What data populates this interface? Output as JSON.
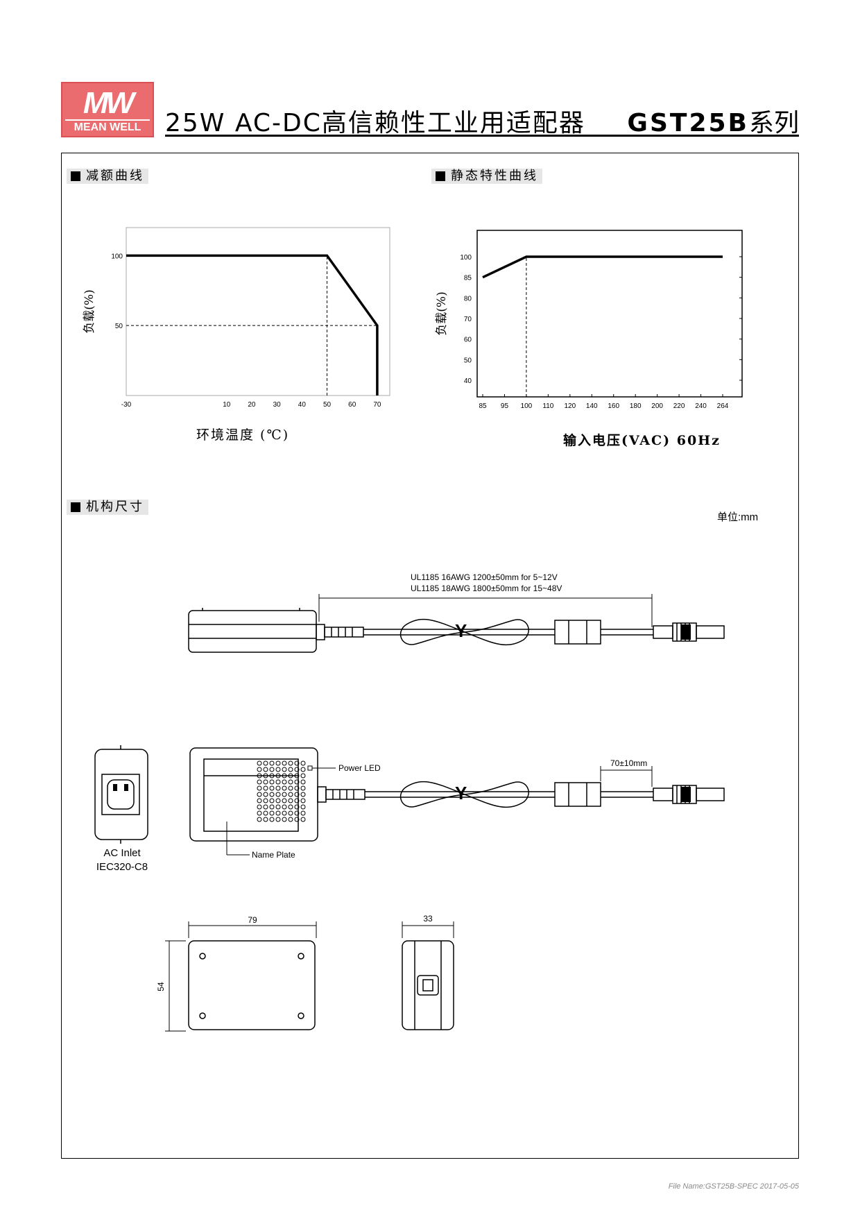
{
  "header": {
    "logo_mark": "MW",
    "logo_text": "MEAN WELL",
    "title": "25W AC-DC高信赖性工业用适配器",
    "series_model": "GST25B",
    "series_suffix": "系列"
  },
  "sections": {
    "derating": "减额曲线",
    "static": "静态特性曲线",
    "mechanical": "机构尺寸"
  },
  "chart_data": [
    {
      "type": "line",
      "title": "减额曲线",
      "xlabel": "环境温度 (℃)",
      "ylabel": "负载(%)",
      "x_ticks": [
        "-30",
        "10",
        "20",
        "30",
        "40",
        "50",
        "60",
        "70"
      ],
      "y_ticks": [
        "50",
        "100"
      ],
      "xlim": [
        -30,
        75
      ],
      "ylim": [
        0,
        120
      ],
      "series": [
        {
          "x": [
            -30,
            50,
            70,
            70
          ],
          "y": [
            100,
            100,
            50,
            0
          ]
        }
      ],
      "reference_lines": [
        {
          "x": [
            50,
            50
          ],
          "y": [
            0,
            100
          ]
        },
        {
          "x": [
            -30,
            70
          ],
          "y": [
            50,
            50
          ]
        }
      ],
      "grid": false
    },
    {
      "type": "line",
      "title": "静态特性曲线",
      "xlabel": "输入电压(VAC) 60Hz",
      "ylabel": "负载(%)",
      "x_ticks": [
        "85",
        "95",
        "100",
        "110",
        "120",
        "140",
        "160",
        "180",
        "200",
        "220",
        "240",
        "264"
      ],
      "y_ticks": [
        "40",
        "50",
        "60",
        "70",
        "80",
        "85",
        "100"
      ],
      "series": [
        {
          "x": [
            85,
            100,
            264
          ],
          "y": [
            85,
            100,
            100
          ]
        }
      ],
      "reference_lines": [
        {
          "x": [
            100,
            100
          ],
          "y": [
            30,
            100
          ]
        }
      ],
      "grid": false
    }
  ],
  "mechanical": {
    "unit": "单位:mm",
    "cable_spec_1": "UL1185 16AWG 1200±50mm for 5~12V",
    "cable_spec_2": "UL1185 18AWG 1800±50mm for 15~48V",
    "power_led": "Power LED",
    "name_plate": "Name Plate",
    "ac_inlet_1": "AC Inlet",
    "ac_inlet_2": "IEC320-C8",
    "plug_length": "70±10mm",
    "width": "79",
    "height": "54",
    "depth": "33"
  },
  "footer": "File Name:GST25B-SPEC   2017-05-05"
}
